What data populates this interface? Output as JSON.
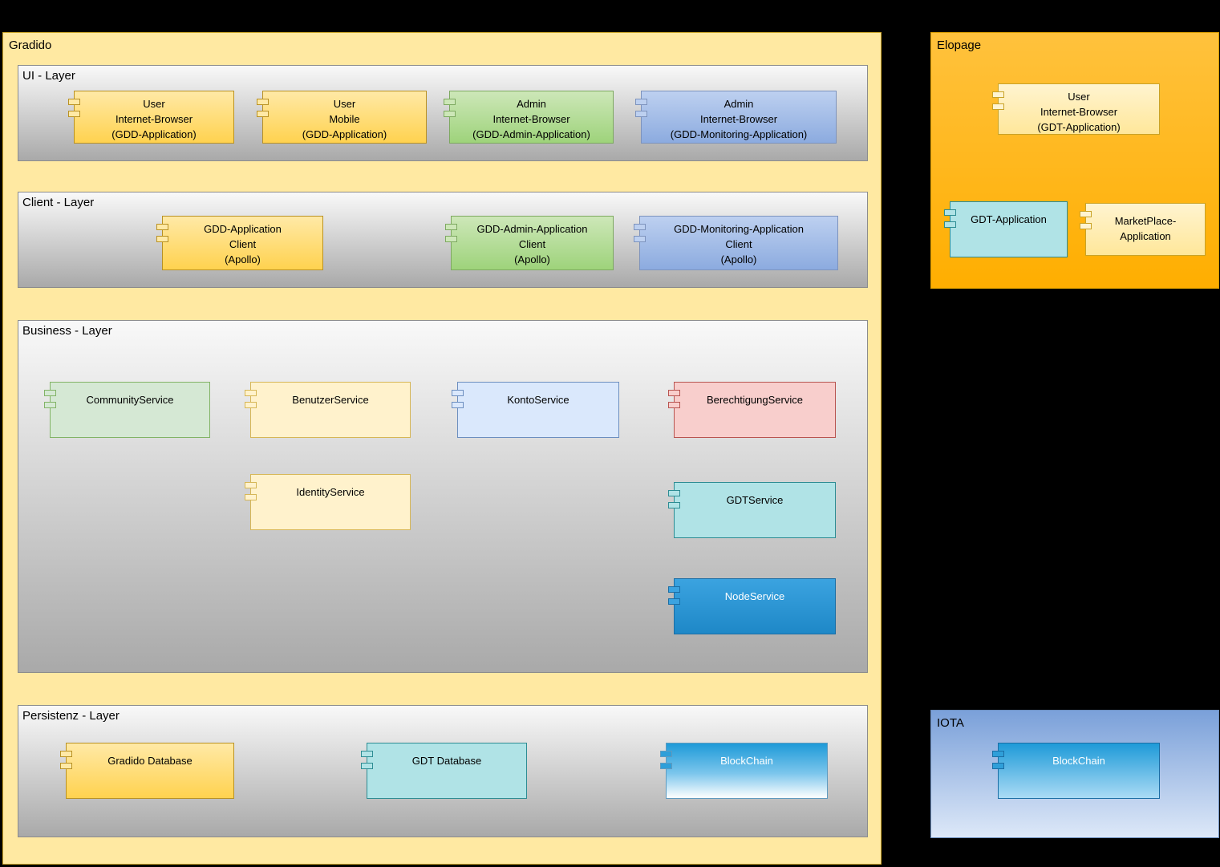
{
  "gradido": {
    "title": "Gradido",
    "layers": {
      "ui": {
        "title": "UI - Layer",
        "components": [
          {
            "label": "User\nInternet-Browser\n(GDD-Application)"
          },
          {
            "label": "User\nMobile\n(GDD-Application)"
          },
          {
            "label": "Admin\nInternet-Browser\n(GDD-Admin-Application)"
          },
          {
            "label": "Admin\nInternet-Browser\n(GDD-Monitoring-Application)"
          }
        ]
      },
      "client": {
        "title": "Client - Layer",
        "components": [
          {
            "label": "GDD-Application\nClient\n(Apollo)"
          },
          {
            "label": "GDD-Admin-Application\nClient\n(Apollo)"
          },
          {
            "label": "GDD-Monitoring-Application\nClient\n(Apollo)"
          }
        ]
      },
      "business": {
        "title": "Business - Layer",
        "components": [
          {
            "label": "CommunityService"
          },
          {
            "label": "BenutzerService"
          },
          {
            "label": "KontoService"
          },
          {
            "label": "BerechtigungService"
          },
          {
            "label": "IdentityService"
          },
          {
            "label": "GDTService"
          },
          {
            "label": "NodeService"
          }
        ]
      },
      "persistenz": {
        "title": "Persistenz - Layer",
        "components": [
          {
            "label": "Gradido Database"
          },
          {
            "label": "GDT Database"
          },
          {
            "label": "BlockChain"
          }
        ]
      }
    }
  },
  "elopage": {
    "title": "Elopage",
    "components": [
      {
        "label": "User\nInternet-Browser\n(GDT-Application)"
      },
      {
        "label": "GDT-Application"
      },
      {
        "label": "MarketPlace-\nApplication"
      }
    ]
  },
  "iota": {
    "title": "IOTA",
    "components": [
      {
        "label": "BlockChain"
      }
    ]
  },
  "palette": {
    "background": "#000000",
    "gradido_fill": "#ffe9a2",
    "elopage_fill": "#ffb81e",
    "iota_fill_top": "#7aa0d9",
    "layer_fill_top": "#f9f9f9",
    "layer_fill_bottom": "#a9a9a9",
    "gold_component": "#ffd24f",
    "green_component": "#9ed37b",
    "blue_component": "#8cabdf",
    "pale_green": "#d5e8d4",
    "pale_yellow": "#fff2cc",
    "pale_blue": "#dae8fc",
    "pink": "#f8cecc",
    "teal": "#b0e3e6",
    "node_blue": "#1e88c7",
    "text": "#000000",
    "text_inverse": "#ffffff"
  }
}
